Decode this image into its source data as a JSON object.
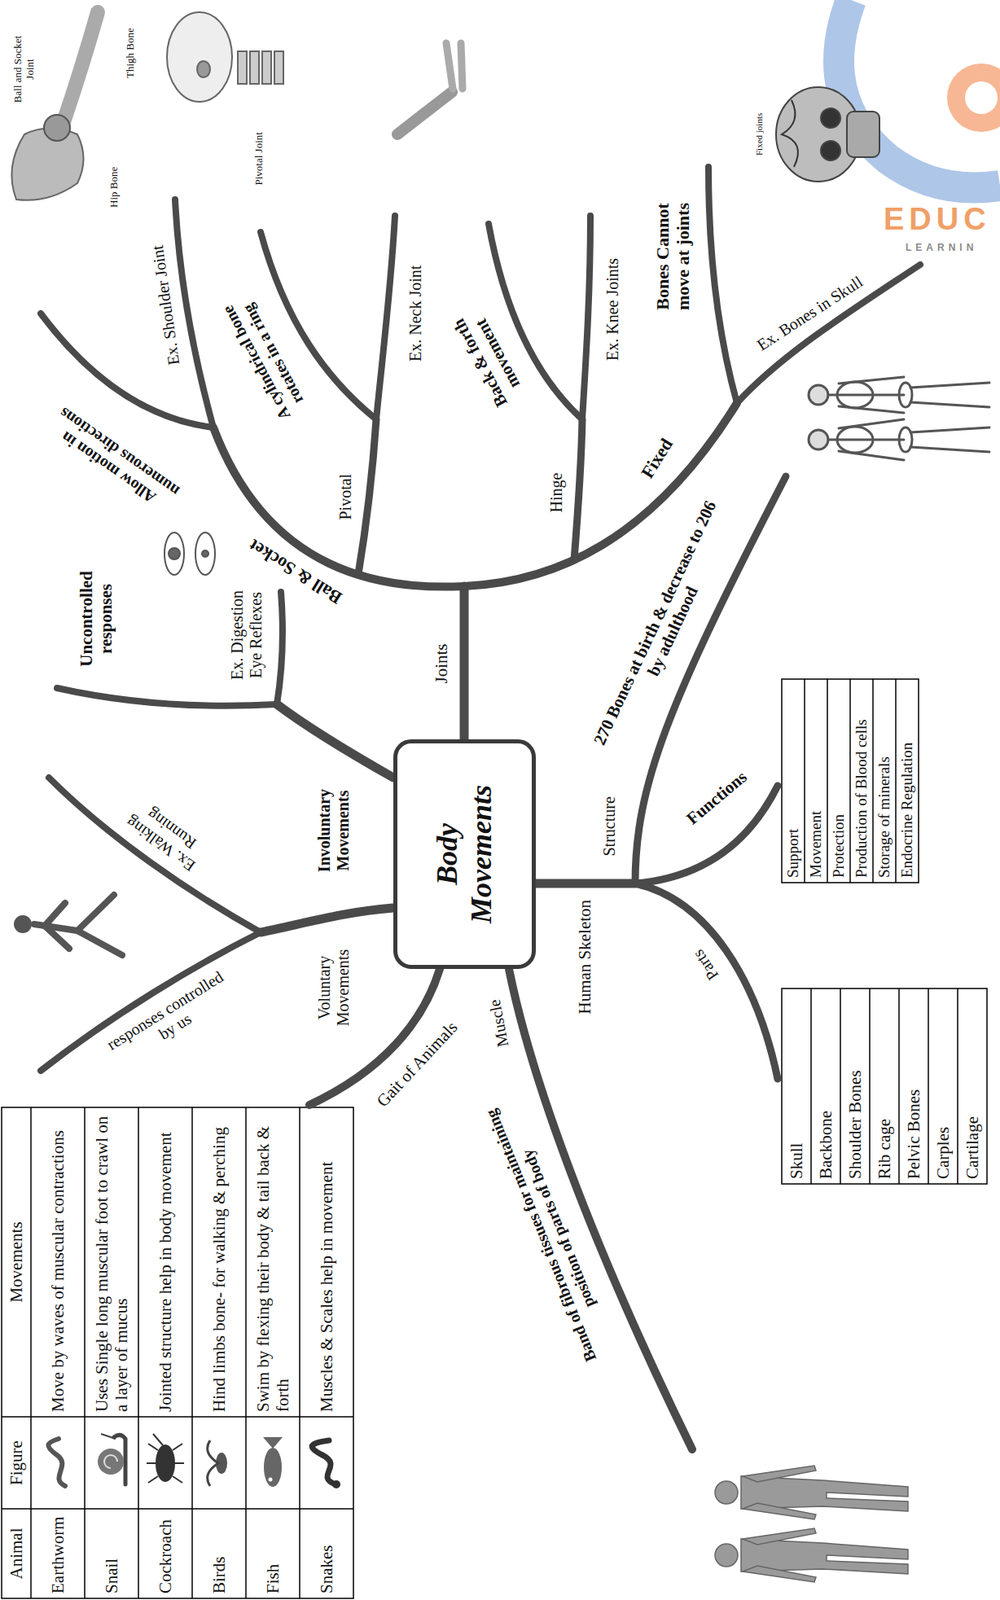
{
  "diagram": {
    "nodes": [
      {
        "text": [
          "Body Movements"
        ]
      }
    ],
    "labels": [
      "Animal",
      "Figure",
      "Movements",
      "Earthworm",
      "Move by waves of muscular contractions",
      "Snail",
      "Uses Single long muscular foot to crawl on a layer of mucus",
      "Cockroach",
      "Jointed structure help in body movement",
      "Birds",
      "Hind limbs bone- for walking & perching",
      "Fish",
      "Swim by flexing their body & tail back & forth",
      "Snakes",
      "Muscles & Scales help in movement",
      "Gait of Animals",
      "Voluntary Movements",
      "responses controlled by us",
      "Ex. Walking Running",
      "Involuntary Movements",
      "Uncontrolled responses",
      "Ex. Digestion Eye Reflexes",
      "Joints",
      "Ball & Socket",
      "Allow motion in numerous directions",
      "Ex. Shoulder Joint",
      "Pivotal",
      "A cylindrical bone rotates in a ring",
      "Ex. Neck Joint",
      "Hinge",
      "Back & forth movement",
      "Ex. Knee Joints",
      "Fixed",
      "Bones Cannot move at joints",
      "Ex. Bones in Skull",
      "Ball and Socket Joint",
      "Thigh Bone",
      "Hip Bone",
      "Pivotal Joint",
      "Fixed joints",
      "Human Skeleton",
      "Structure",
      "270 Bones at birth & decrease to 206 by adulthood",
      "Functions",
      "Support",
      "Movement",
      "Protection",
      "Production of Blood cells",
      "Storage of minerals",
      "Endocrine Regulation",
      "Parts",
      "Skull",
      "Backbone",
      "Shoulder Bones",
      "Rib cage",
      "Pelvic Bones",
      "Carples",
      "Cartilage",
      "Muscle",
      "Band of fibrous tissues for maintaining position of parts of body",
      "EDUC",
      "LEARNIN"
    ]
  }
}
